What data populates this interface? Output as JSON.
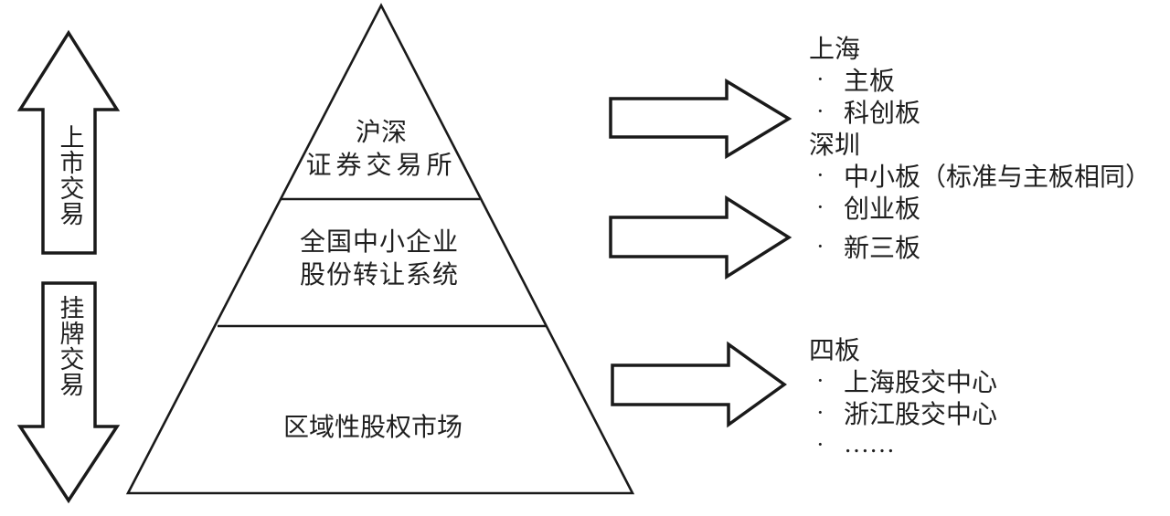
{
  "bullet_char": "·",
  "colors": {
    "line": "#1a1a1a",
    "text": "#1f1f1f",
    "background": "#ffffff"
  },
  "pyramid": {
    "tier1_line1": "沪深",
    "tier1_line2": "证券交易所",
    "tier2_line1": "全国中小企业",
    "tier2_line2": "股份转让系统",
    "tier3_line1": "区域性股权市场"
  },
  "side_arrows": {
    "up_label": "上市交易",
    "down_label": "挂牌交易"
  },
  "right_panel": {
    "exchange_block": {
      "shanghai_header": "上海",
      "shanghai_items": [
        "主板",
        "科创板"
      ],
      "shenzhen_header": "深圳",
      "shenzhen_items": [
        "中小板（标准与主板相同）",
        "创业板"
      ]
    },
    "neeq_block": {
      "items": [
        "新三板"
      ]
    },
    "regional_block": {
      "header": "四板",
      "items": [
        "上海股交中心",
        "浙江股交中心",
        "……"
      ]
    }
  }
}
